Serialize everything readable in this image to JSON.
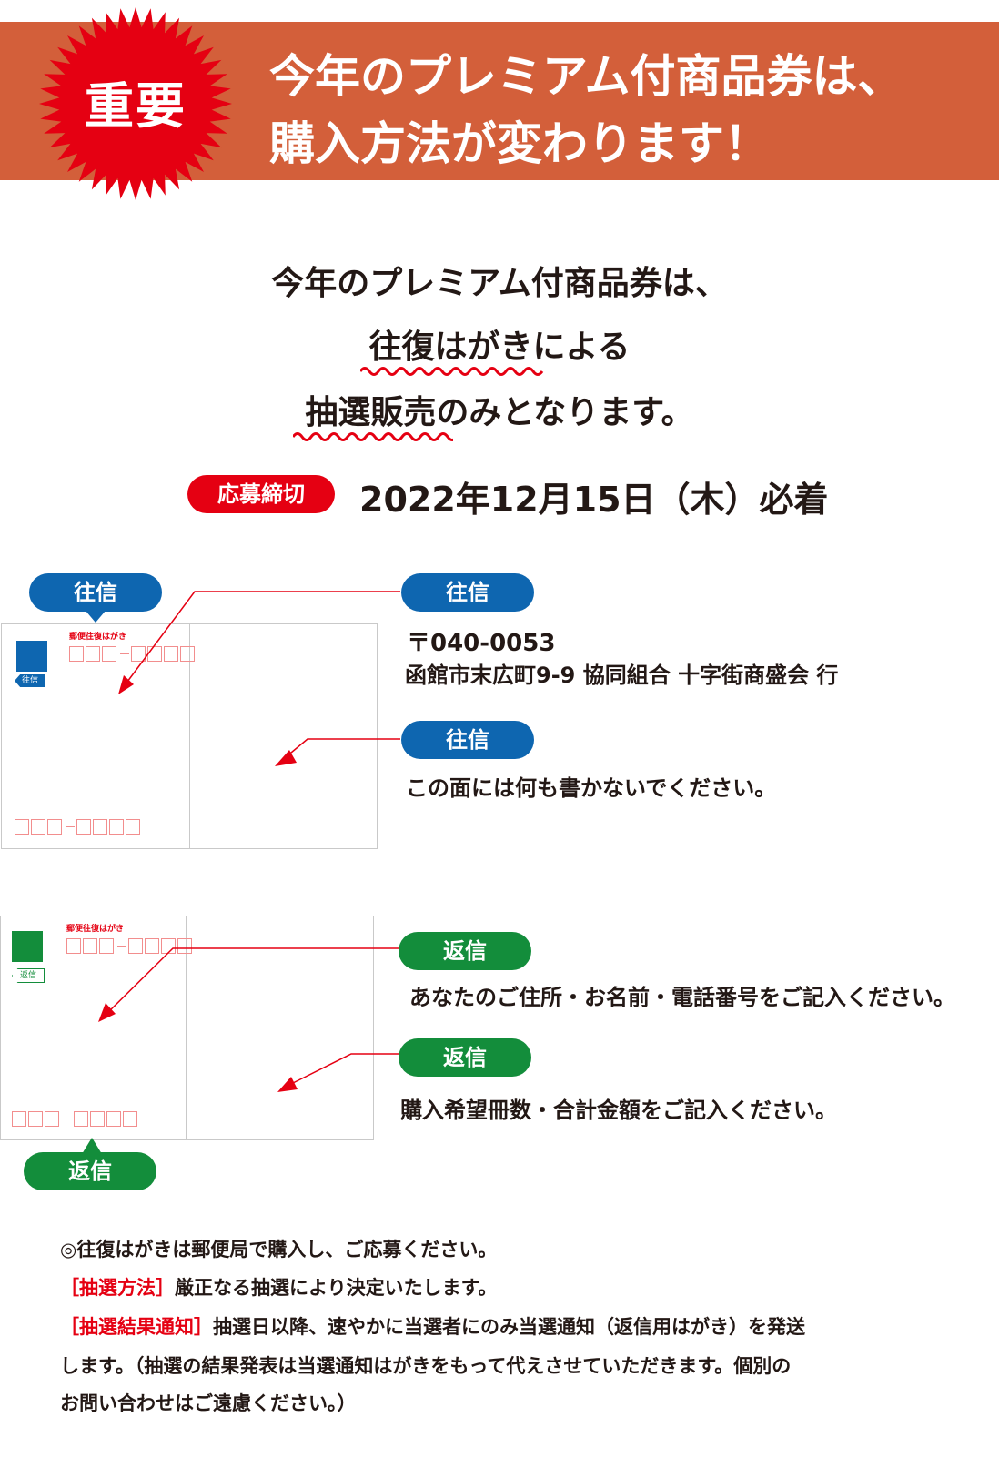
{
  "banner": {
    "badge": "重要",
    "line1": "今年のプレミアム付商品券は、",
    "line2": "購入方法が変わります！",
    "badge_color": "#e50012",
    "background_color": "#d35f3a"
  },
  "lead": {
    "line1": "今年のプレミアム付商品券は、",
    "line2_emph": "往復はがきによる",
    "line3_emph": "抽選販売",
    "line3_rest": "のみとなります。"
  },
  "deadline": {
    "badge": "応募締切",
    "date": "2022年12月15日（木）必着"
  },
  "outgoing": {
    "card_label": "往信",
    "postcard_heading": "郵便往復はがき",
    "stamp_tag": "往信",
    "address_label": "往信",
    "postal_code": "〒040-0053",
    "address": "函館市末広町9-9 協同組合 十字街商盛会 行",
    "back_label": "往信",
    "back_instruction": "この面には何も書かないでください。"
  },
  "reply": {
    "card_label": "返信",
    "postcard_heading": "郵便往復はがき",
    "stamp_tag": "返信",
    "address_label": "返信",
    "address_instruction": "あなたのご住所・お名前・電話番号をご記入ください。",
    "back_label": "返信",
    "back_instruction": "購入希望冊数・合計金額をご記入ください。"
  },
  "notes": {
    "line1": "◎往復はがきは郵便局で購入し、ご応募ください。",
    "method_label": "［抽選方法］",
    "method_text": "厳正なる抽選により決定いたします。",
    "result_label": "［抽選結果通知］",
    "result_text1": "抽選日以降、速やかに当選者にのみ当選通知（返信用はがき）を発送",
    "result_text2": "します。（抽選の結果発表は当選通知はがきをもって代えさせていただきます。個別の",
    "result_text3": "お問い合わせはご遠慮ください。）"
  },
  "colors": {
    "outgoing_blue": "#0e66b0",
    "reply_green": "#138d3b",
    "accent_red": "#e50012"
  }
}
